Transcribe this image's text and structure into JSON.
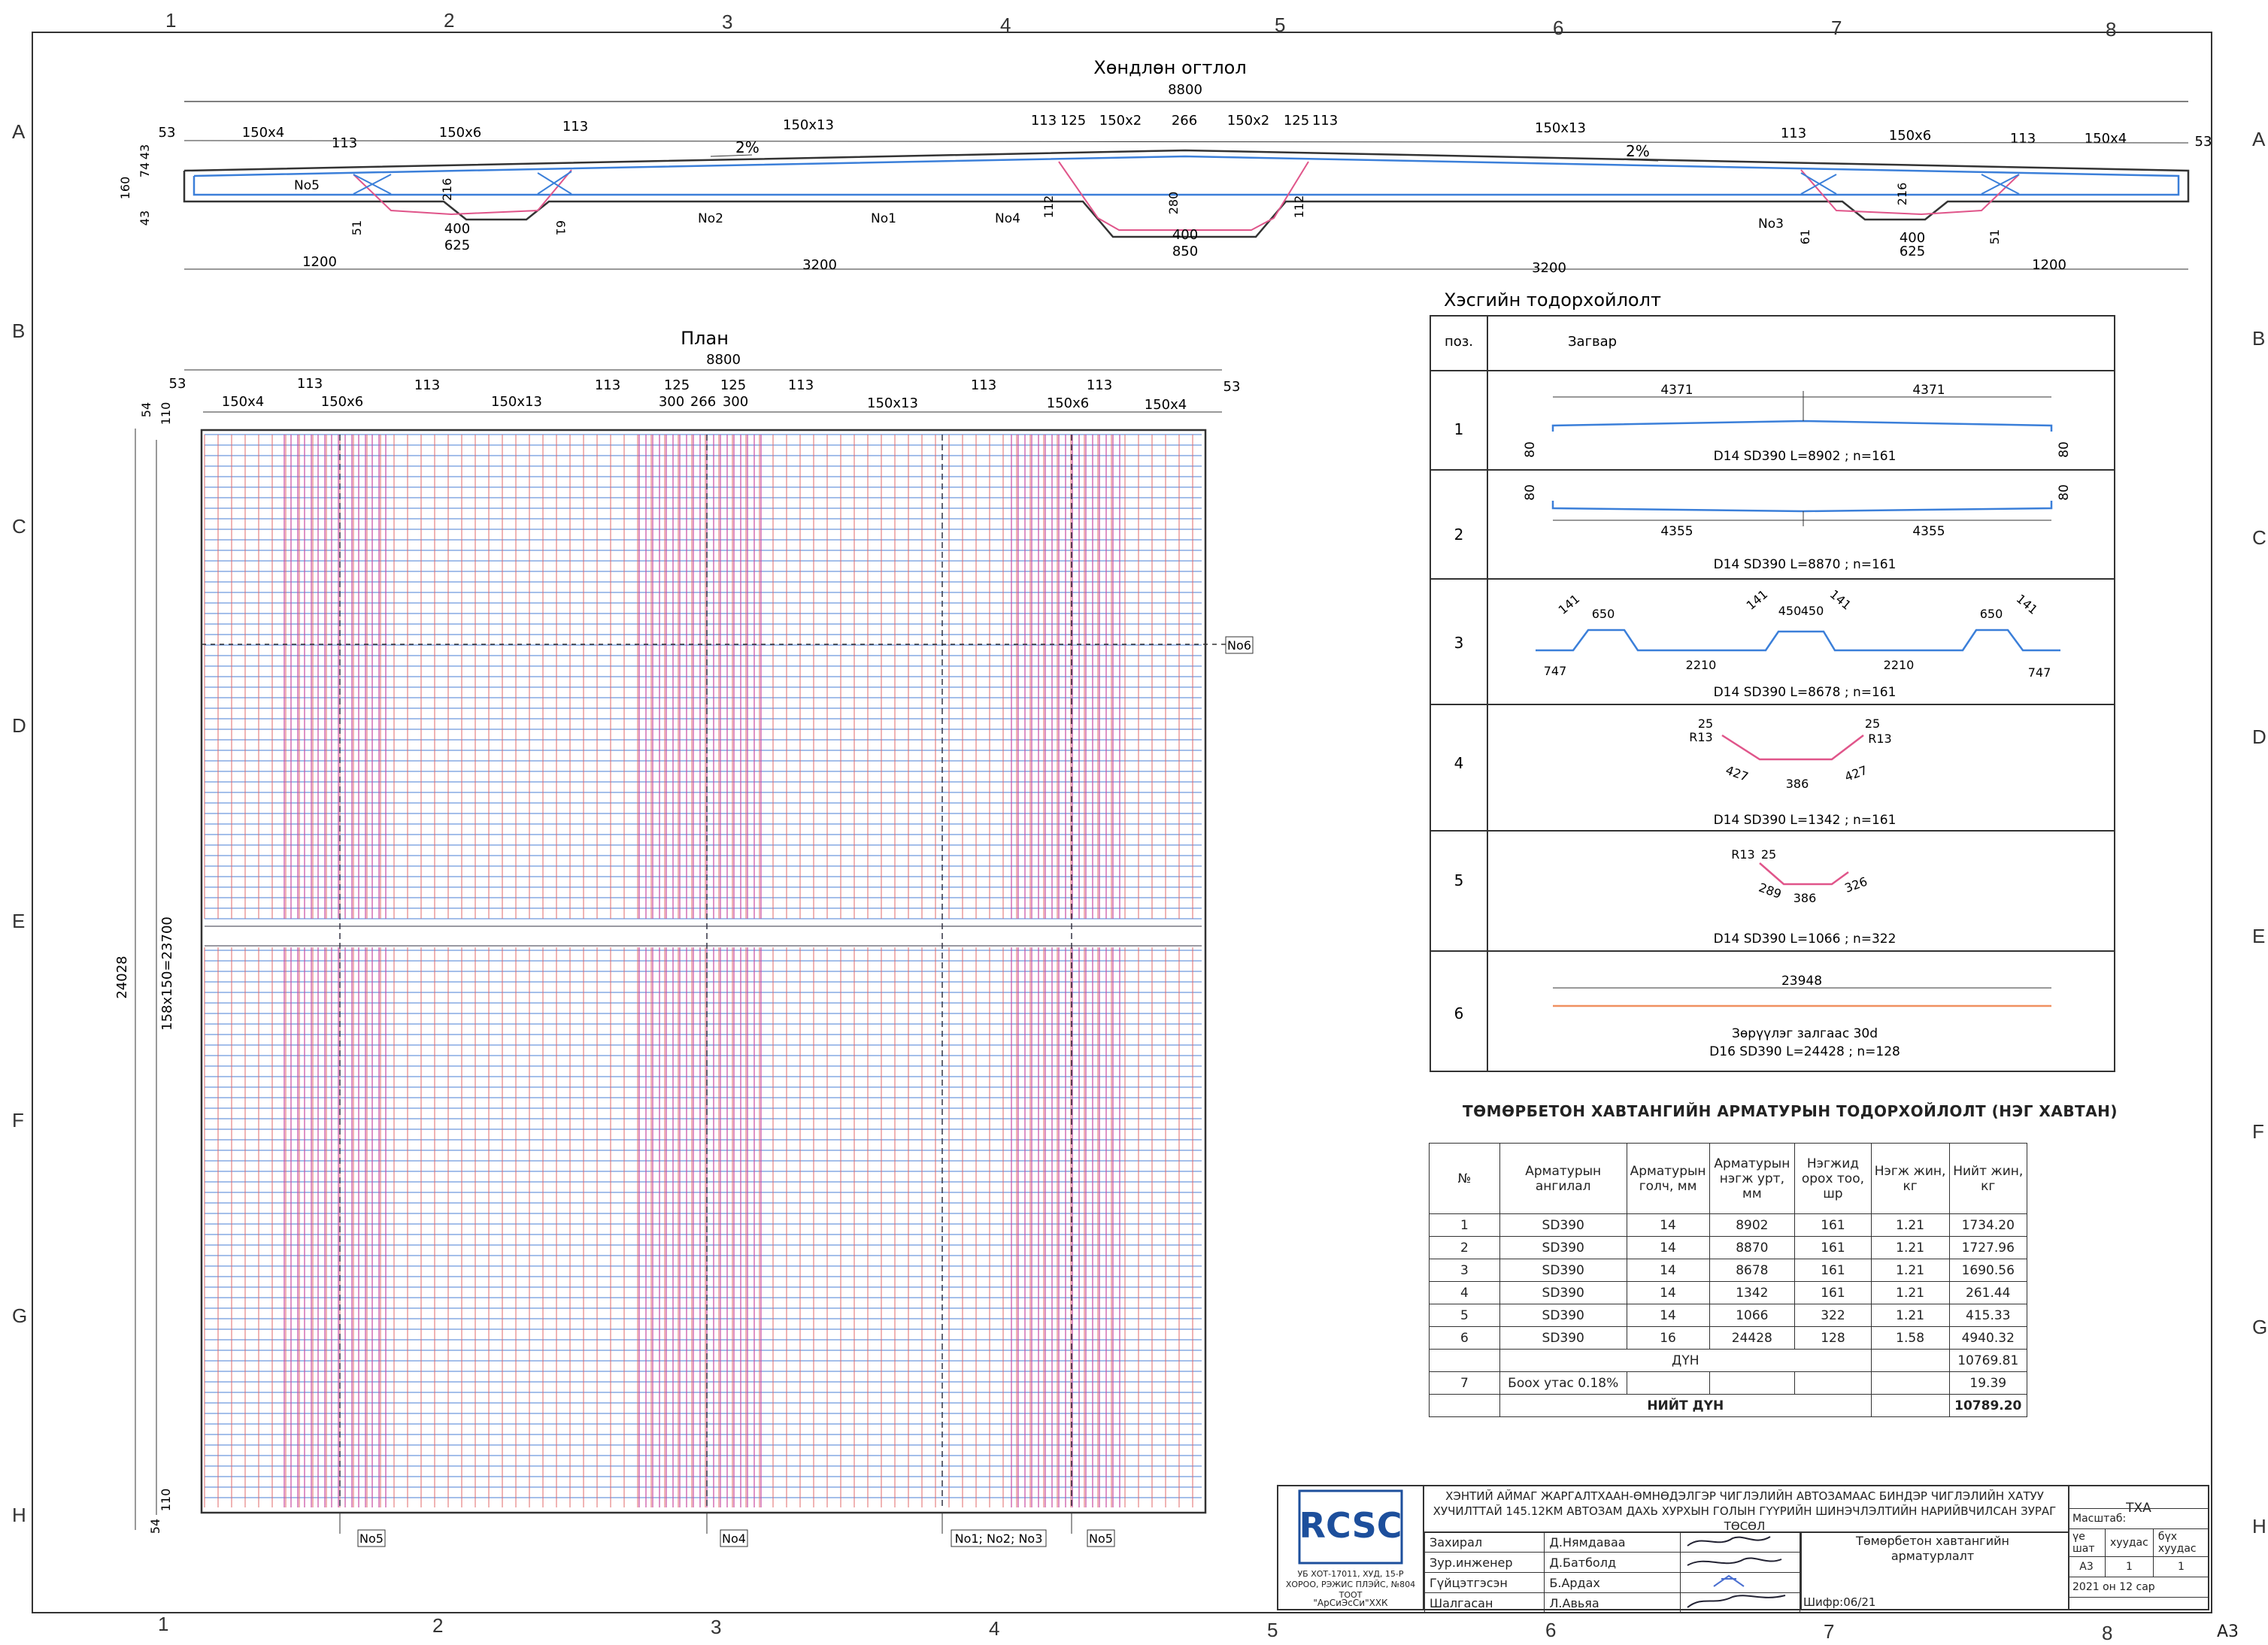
{
  "border_columns": [
    "1",
    "2",
    "3",
    "4",
    "5",
    "6",
    "7",
    "8"
  ],
  "border_rows": [
    "A",
    "B",
    "C",
    "D",
    "E",
    "F",
    "G",
    "H"
  ],
  "section": {
    "title": "Хөндлөн огтлол",
    "total": "8800",
    "top_dims": [
      "53",
      "150x4",
      "113",
      "150x6",
      "113",
      "150x13",
      "113",
      "125",
      "150x2",
      "266",
      "150x2",
      "125",
      "113",
      "150x13",
      "113",
      "150x6",
      "113",
      "150x4",
      "53"
    ],
    "slope_left": "2%",
    "slope_right": "2%",
    "left_dims": [
      "43",
      "74",
      "160",
      "43"
    ],
    "inner_labels": [
      "216",
      "51",
      "61",
      "112",
      "280",
      "112",
      "216",
      "61",
      "51"
    ],
    "bottom_small": [
      "400",
      "625",
      "400",
      "850",
      "400",
      "625"
    ],
    "bottom_dims": [
      "1200",
      "3200",
      "3200",
      "1200"
    ],
    "bar_labels": [
      "No5",
      "No2",
      "No1",
      "No4",
      "No3"
    ]
  },
  "plan": {
    "title": "План",
    "total": "8800",
    "top_dims": [
      "53",
      "113",
      "113",
      "113",
      "125",
      "125",
      "113",
      "113",
      "113",
      "53"
    ],
    "top_dims2": [
      "150x4",
      "150x6",
      "150x13",
      "300",
      "266",
      "300",
      "150x13",
      "150x6",
      "150x4"
    ],
    "left_dims": [
      "54",
      "110"
    ],
    "left_dims_bottom": [
      "110",
      "54"
    ],
    "height_total": "24028",
    "height_spacing": "158x150=23700",
    "tag_no6": "No6",
    "bottom_tags": [
      "No5",
      "No4",
      "No1; No2; No3",
      "No5"
    ]
  },
  "details": {
    "title": "Хэсгийн тодорхойлолт",
    "col_pos": "поз.",
    "col_shape": "Загвар",
    "rows": [
      {
        "pos": "1",
        "dims": [
          "4371",
          "4371",
          "80",
          "80"
        ],
        "caption": "D14 SD390 L=8902 ; n=161"
      },
      {
        "pos": "2",
        "dims": [
          "80",
          "4355",
          "4355",
          "80"
        ],
        "caption": "D14 SD390 L=8870 ; n=161"
      },
      {
        "pos": "3",
        "dims": [
          "141",
          "650",
          "141",
          "450",
          "450",
          "141",
          "650",
          "141",
          "747",
          "2210",
          "2210",
          "747"
        ],
        "caption": "D14 SD390 L=8678 ; n=161"
      },
      {
        "pos": "4",
        "dims": [
          "25",
          "R13",
          "25",
          "R13",
          "427",
          "386",
          "427"
        ],
        "caption": "D14 SD390 L=1342 ; n=161"
      },
      {
        "pos": "5",
        "dims": [
          "R13",
          "25",
          "289",
          "386",
          "326"
        ],
        "caption": "D14 SD390 L=1066 ; n=322"
      },
      {
        "pos": "6",
        "dims": [
          "23948"
        ],
        "caption": "Зөрүүлэг залгаас 30d",
        "caption2": "D16 SD390 L=24428 ; n=128"
      }
    ]
  },
  "spec_table": {
    "title": "ТӨМӨРБЕТОН ХАВТАНГИЙН АРМАТУРЫН ТОДОРХОЙЛОЛТ (НЭГ ХАВТАН)",
    "headers": [
      "№",
      "Арматурын ангилал",
      "Арматурын голч, мм",
      "Арматурын нэгж урт, мм",
      "Нэгжид орох тоо, шр",
      "Нэгж жин, кг",
      "Нийт жин, кг"
    ],
    "rows": [
      [
        "1",
        "SD390",
        "14",
        "8902",
        "161",
        "1.21",
        "1734.20"
      ],
      [
        "2",
        "SD390",
        "14",
        "8870",
        "161",
        "1.21",
        "1727.96"
      ],
      [
        "3",
        "SD390",
        "14",
        "8678",
        "161",
        "1.21",
        "1690.56"
      ],
      [
        "4",
        "SD390",
        "14",
        "1342",
        "161",
        "1.21",
        "261.44"
      ],
      [
        "5",
        "SD390",
        "14",
        "1066",
        "322",
        "1.21",
        "415.33"
      ],
      [
        "6",
        "SD390",
        "16",
        "24428",
        "128",
        "1.58",
        "4940.32"
      ]
    ],
    "sum_label": "ДҮН",
    "sum_value": "10769.81",
    "wire_no": "7",
    "wire_label": "Боох утас 0.18%",
    "wire_value": "19.39",
    "total_label": "НИЙТ ДҮН",
    "total_value": "10789.20"
  },
  "title_block": {
    "logo": "RCSC",
    "company_addr": "УБ ХОТ-17011, ХУД, 15-Р ХОРОО, РЭЖИС ПЛЭЙС, №804 ТООТ",
    "company_name": "\"АрСиЭсСи\"ХХК",
    "project": "ХЭНТИЙ АЙМАГ ЖАРГАЛТХААН-ӨМНӨДЭЛГЭР ЧИГЛЭЛИЙН АВТОЗАМААС БИНДЭР ЧИГЛЭЛИЙН ХАТУУ ХУЧИЛТТАЙ 145.12КМ АВТОЗАМ ДАХЬ ХУРХЫН ГОЛЫН ГҮҮРИЙН ШИНЭЧЛЭЛТИЙН НАРИЙВЧИЛСАН ЗУРАГ ТӨСӨЛ",
    "stage": "ТХА",
    "roles": [
      {
        "role": "Захирал",
        "name": "Д.Нямдаваа"
      },
      {
        "role": "Зур.инженер",
        "name": "Д.Батболд"
      },
      {
        "role": "Гүйцэтгэсэн",
        "name": "Б.Ардах"
      },
      {
        "role": "Шалгасан",
        "name": "Л.Авьяа"
      }
    ],
    "sheet_title": "Төмөрбетон хавтангийн арматурлалт",
    "cipher": "Шифр:06/21",
    "scale_label": "Масштаб:",
    "col_stage": "үе шат",
    "col_sheet": "хуудас",
    "col_sheets": "бүх хуудас",
    "val_stage": "А3",
    "val_sheet": "1",
    "val_sheets": "1",
    "date": "2021 он 12 сар",
    "format": "А3"
  }
}
